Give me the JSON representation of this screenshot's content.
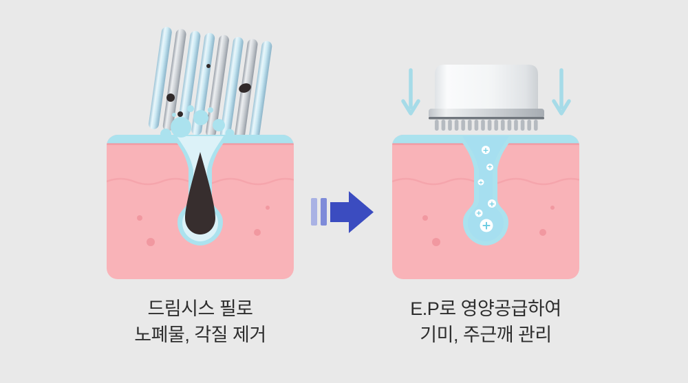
{
  "palette": {
    "background": "#e9e9e9",
    "skin": "#f9b3b8",
    "skin_line": "#f0949d",
    "freckle": "#f0939b",
    "surface": "#abe2ee",
    "pore_inner_left": "#dcf2f8",
    "pore_liquid": "#a6dff0",
    "blackhead": "#372e2e",
    "debris": "#312a2a",
    "down_arrow": "#a6dbe8",
    "arrow_blue": "#3b4cc0",
    "arrow_bar1": "#a9b2e4",
    "arrow_bar2": "#7e8bd9",
    "plus": "#6fcde2",
    "text": "#2d2d2d"
  },
  "panels": [
    {
      "name": "peeling-step",
      "caption_line1": "드림시스 필로",
      "caption_line2": "노폐물, 각질 제거"
    },
    {
      "name": "nutrition-step",
      "caption_line1": "E.P로 영양공급하여",
      "caption_line2": "기미, 주근깨 관리"
    }
  ],
  "icons": {
    "plus_glyph": "+"
  }
}
